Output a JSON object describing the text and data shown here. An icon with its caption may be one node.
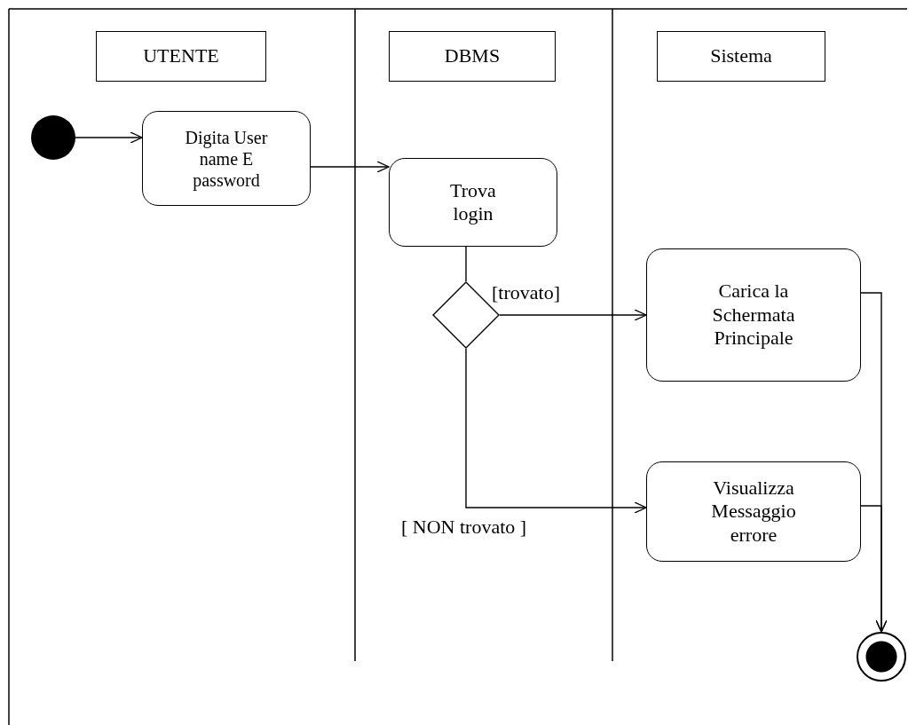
{
  "diagram": {
    "nodes": [
      {
        "text": [
          "UTENTE"
        ]
      },
      {
        "text": [
          "DBMS"
        ]
      },
      {
        "text": [
          "Sistema"
        ]
      },
      {
        "text": [],
        "shape": "circle"
      },
      {
        "text": [
          "Digita User name E password"
        ]
      },
      {
        "text": [
          "Trova login"
        ]
      },
      {
        "text": [],
        "shape": "diamond"
      },
      {
        "text": [
          "Carica la Schermata Principale"
        ]
      },
      {
        "text": [
          "Visualizza Messaggio errore"
        ]
      },
      {
        "text": [],
        "shape": "circle"
      }
    ],
    "edges": [
      {
        "from": 3,
        "to": 4,
        "arrow": "to"
      },
      {
        "from": 4,
        "to": 5,
        "arrow": "to"
      },
      {
        "from": 5,
        "to": 6,
        "arrow": "none"
      },
      {
        "from": 6,
        "to": 7,
        "arrow": "to",
        "label": "[trovato]"
      },
      {
        "from": 6,
        "to": 8,
        "arrow": "to",
        "label": "[ NON trovato ]"
      },
      {
        "from": 7,
        "to": 9,
        "arrow": "to"
      },
      {
        "from": 8,
        "to": 9,
        "arrow": "to"
      }
    ]
  }
}
